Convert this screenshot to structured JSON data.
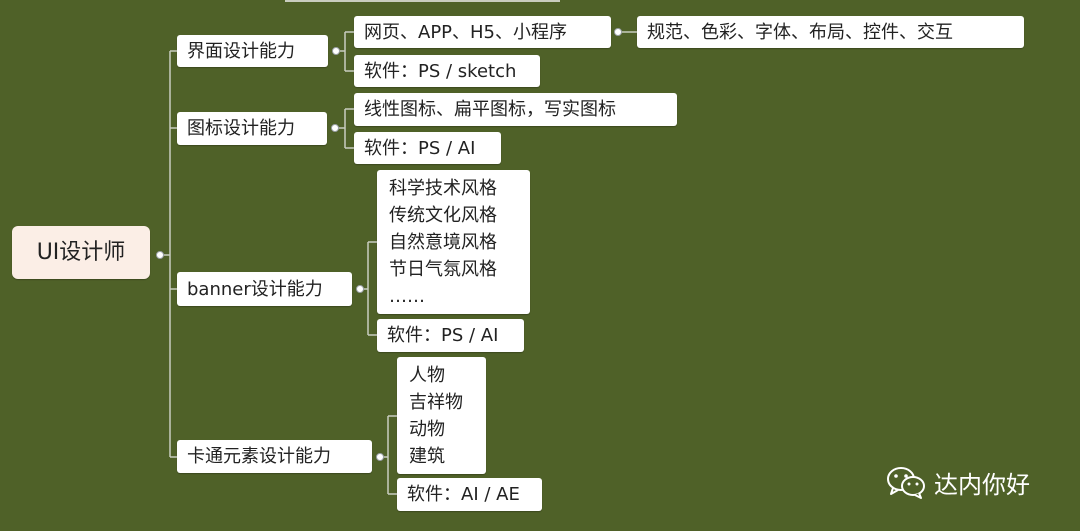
{
  "root": {
    "label": "UI设计师"
  },
  "branches": {
    "interface": {
      "label": "界面设计能力",
      "platforms": "网页、APP、H5、小程序",
      "skills": "规范、色彩、字体、布局、控件、交互",
      "software": "软件：PS / sketch"
    },
    "icon": {
      "label": "图标设计能力",
      "styles": "线性图标、扁平图标，写实图标",
      "software": "软件：PS / AI"
    },
    "banner": {
      "label": "banner设计能力",
      "styles": [
        "科学技术风格",
        "传统文化风格",
        "自然意境风格",
        "节日气氛风格",
        "……"
      ],
      "software": "软件：PS / AI"
    },
    "cartoon": {
      "label": "卡通元素设计能力",
      "items": [
        "人物",
        "吉祥物",
        "动物",
        "建筑"
      ],
      "software": "软件：AI / AE"
    }
  },
  "watermark": {
    "text": "达内你好",
    "icon": "wechat-icon"
  },
  "colors": {
    "background": "#4f6128",
    "node": "#ffffff",
    "root_node": "#fbeee6",
    "connector": "#c9cdbf"
  }
}
